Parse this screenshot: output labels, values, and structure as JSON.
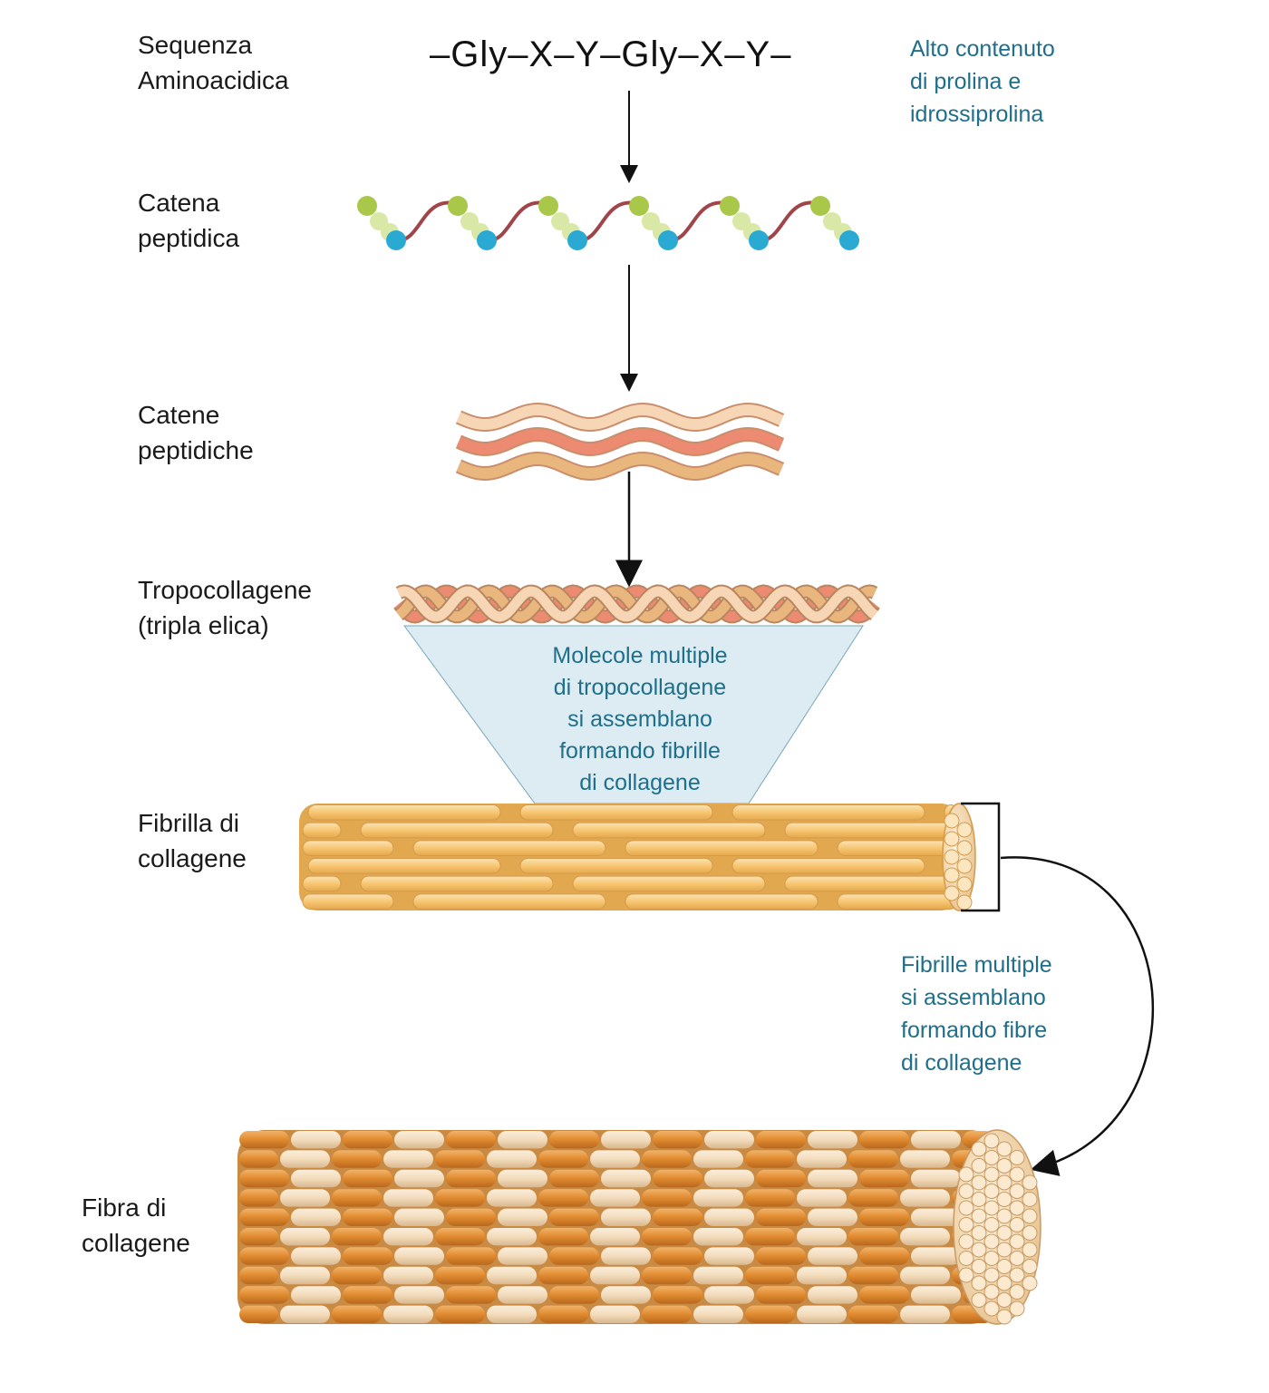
{
  "labels": {
    "sequence": "Sequenza\nAminoacidica",
    "chain": "Catena\npeptidica",
    "chains": "Catene\npeptidiche",
    "tropocollagen": "Tropocollagene\n(tripla elica)",
    "fibril": "Fibrilla di\ncollagene",
    "fiber": "Fibra di\ncollagene"
  },
  "sequence_text": "–Gly–X–Y–Gly–X–Y–",
  "notes": {
    "proline": "Alto contenuto\ndi prolina e\nidrossiprolina",
    "tropocollagen_assembly": "Molecole multiple\ndi tropocollagene\nsi assemblano\nformando fibrille\ndi collagene",
    "fibril_assembly": "Fibrille multiple\nsi assemblano\nformando fibre\ndi collagene"
  },
  "colors": {
    "note_text": "#1f6f8b",
    "bead_green": "#a9c84a",
    "bead_light": "#d9e8a6",
    "bead_blue": "#2aa9d2",
    "chain_link": "#a0454a",
    "strand_cream": "#f6d6b4",
    "strand_salmon": "#ec8a72",
    "strand_tan": "#e9b77e",
    "fibril_yellow": "#f7c672",
    "fiber_orange": "#e08a2f",
    "fiber_cream": "#f3dcbc",
    "funnel": "#dcecf2"
  }
}
